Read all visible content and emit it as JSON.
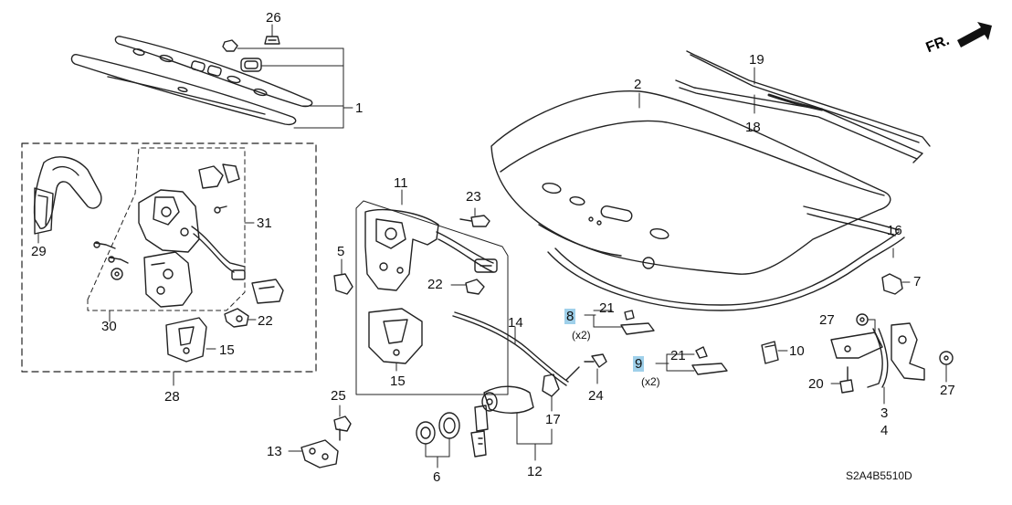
{
  "diagram": {
    "direction_label": "FR.",
    "diagram_code": "S2A4B5510D",
    "highlight_color": "#9fd0ea",
    "callouts": {
      "c1": "1",
      "c2": "2",
      "c3": "3",
      "c4": "4",
      "c5": "5",
      "c6": "6",
      "c7": "7",
      "c8": "8",
      "c9": "9",
      "c10": "10",
      "c11": "11",
      "c12": "12",
      "c13": "13",
      "c14": "14",
      "c15a": "15",
      "c15b": "15",
      "c16": "16",
      "c17": "17",
      "c18": "18",
      "c19": "19",
      "c20": "20",
      "c21a": "21",
      "c21b": "21",
      "c22a": "22",
      "c22b": "22",
      "c23": "23",
      "c24": "24",
      "c25": "25",
      "c26": "26",
      "c27a": "27",
      "c27b": "27",
      "c28": "28",
      "c29": "29",
      "c30": "30",
      "c31": "31"
    },
    "quantities": {
      "q8": "(x2)",
      "q9": "(x2)"
    }
  }
}
